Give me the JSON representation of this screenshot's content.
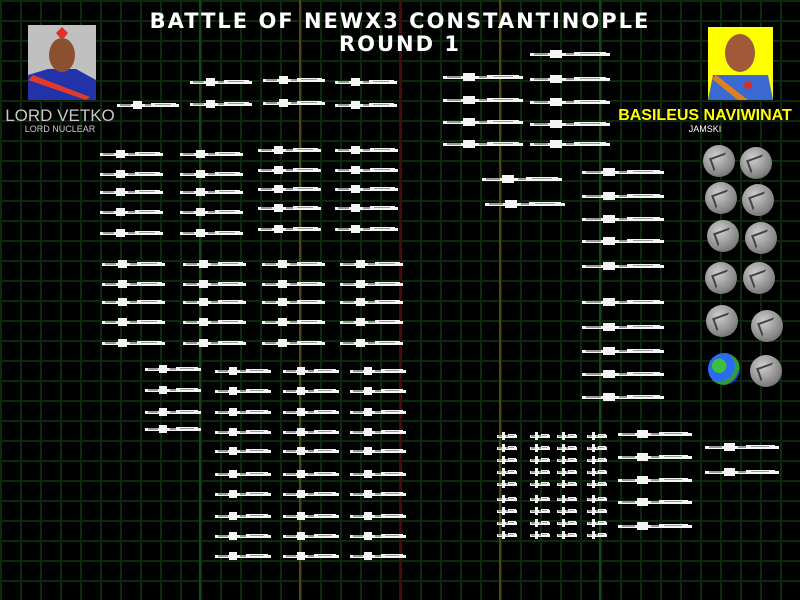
{
  "header": {
    "title_line1": "BATTLE OF NEWX3  CONSTANTINOPLE",
    "title_line2": "ROUND 1"
  },
  "player_left": {
    "name": "LORD VETKO",
    "subtitle": "LORD NUCLEAR",
    "name_color": "#c8c8c8"
  },
  "player_right": {
    "name": "BASILEUS NAVIWINAT",
    "subtitle": "JAMSKI",
    "name_color": "#ffff00"
  },
  "colors": {
    "grid": "#0b2a0b",
    "line_green": "#0f4a0f",
    "line_olive": "#4a4a10",
    "line_red": "#4a0a0a",
    "portrait_left_bg": "#c0c0c0",
    "portrait_right_bg": "#ffff00"
  },
  "planets": {
    "count": 12,
    "types": [
      "rock",
      "rock",
      "rock",
      "rock",
      "rock",
      "rock",
      "rock",
      "rock",
      "rock",
      "rock",
      "earth",
      "rock"
    ]
  }
}
